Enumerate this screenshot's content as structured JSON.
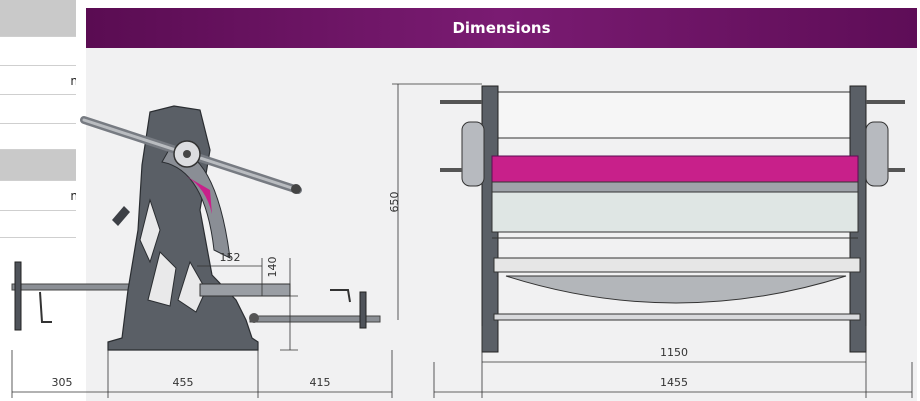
{
  "spec_table": {
    "rows": [
      {
        "text": "",
        "header": true
      },
      {
        "text": "",
        "header": false
      },
      {
        "text": "n",
        "header": false
      },
      {
        "text": "",
        "header": false
      },
      {
        "text": "",
        "header": false
      },
      {
        "text": "",
        "header": true
      },
      {
        "text": "n",
        "header": false
      },
      {
        "text": "",
        "header": false
      }
    ]
  },
  "header": {
    "title": "Dimensions"
  },
  "dimensions": {
    "side_height_small": "140",
    "side_width_small": "152",
    "left_ext": "305",
    "base_width": "455",
    "right_ext": "415",
    "front_height": "650",
    "inner_width": "1150",
    "overall_width": "1455"
  },
  "colors": {
    "accent": "#7a1b72",
    "machine_gray": "#5a5f66",
    "panel_bg": "#f1f1f2",
    "magenta_part": "#c8208a"
  }
}
